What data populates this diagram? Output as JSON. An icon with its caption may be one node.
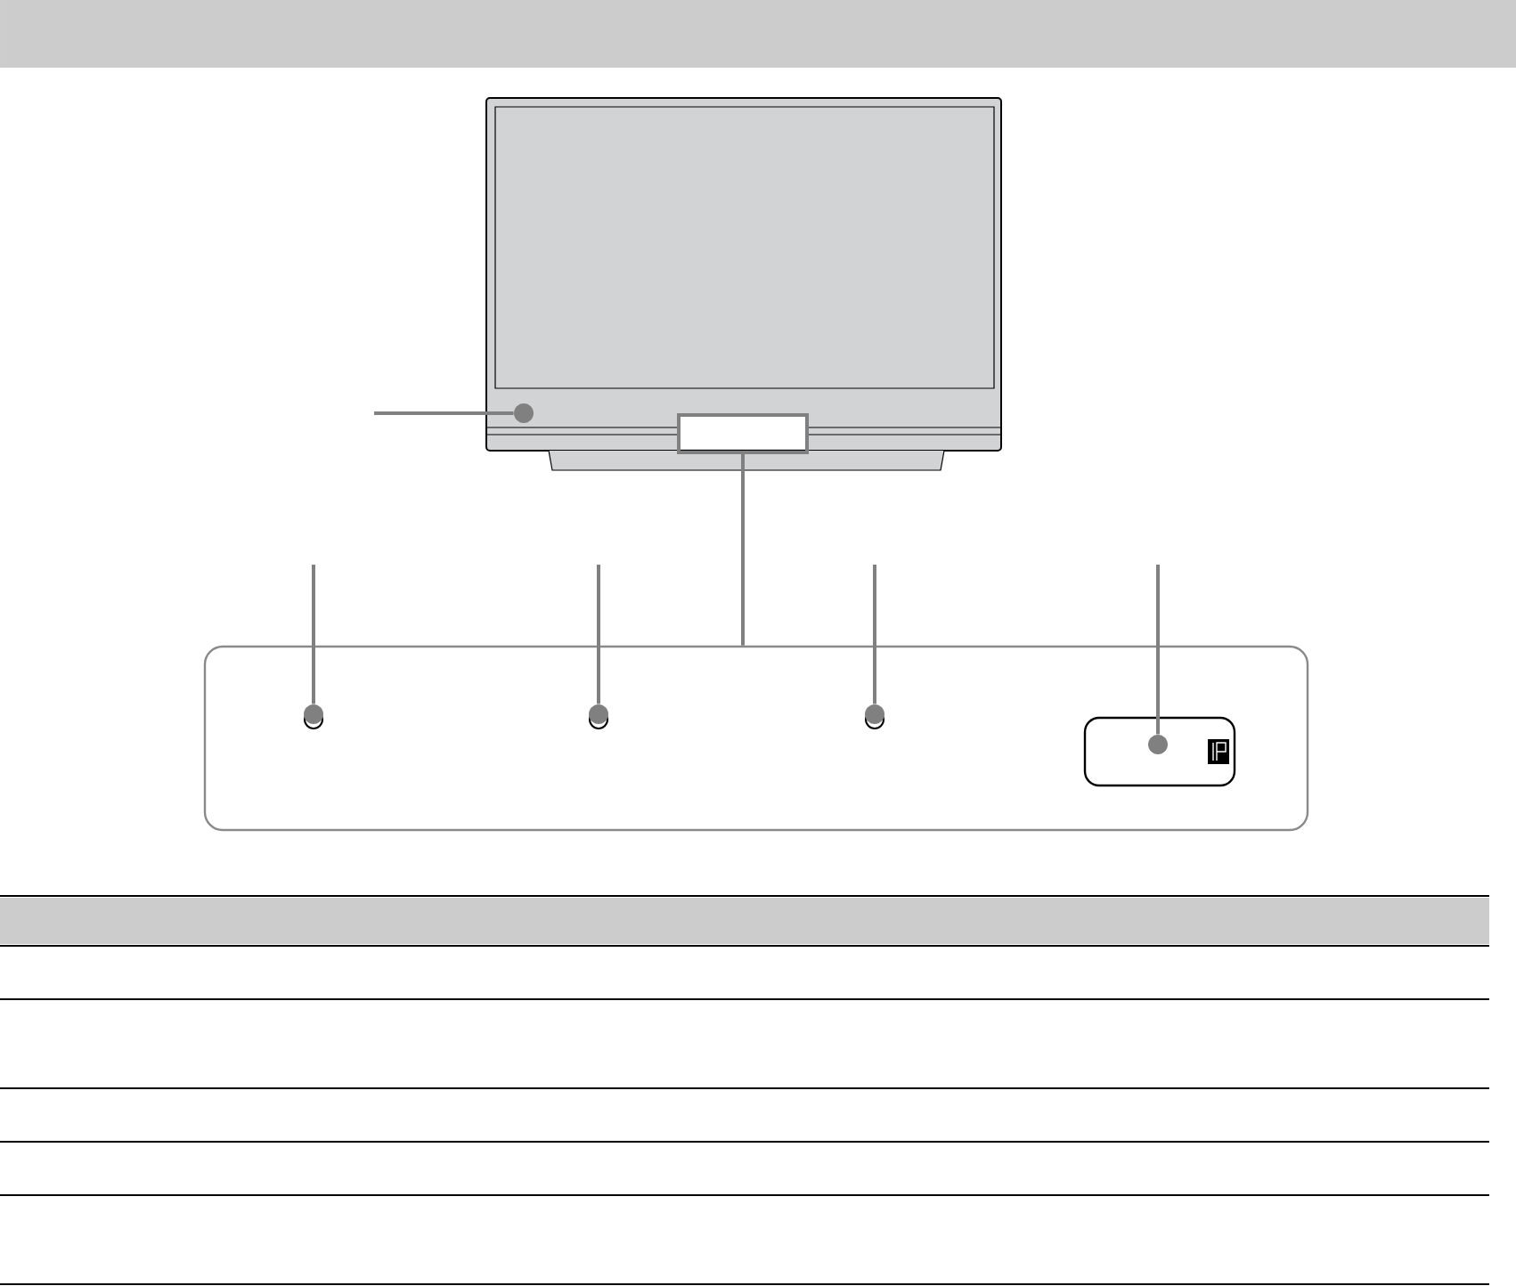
{
  "diagram": {
    "nodes": [
      {
        "text": [],
        "shape": "picture"
      },
      {
        "text": [],
        "shape": "circle",
        "in": 0
      },
      {
        "text": [],
        "shape": "box",
        "in": 0
      },
      {
        "text": [],
        "shape": "box"
      },
      {
        "text": [],
        "shape": "circle",
        "in": 3
      },
      {
        "text": [],
        "shape": "circle",
        "in": 3
      },
      {
        "text": [],
        "shape": "circle",
        "in": 3
      },
      {
        "text": [],
        "shape": "box",
        "in": 3
      },
      {
        "text": [],
        "shape": "circle",
        "in": 7
      },
      {
        "text": [],
        "shape": "bar"
      }
    ],
    "edges": [
      {
        "from": null,
        "to": 1,
        "arrow": "none"
      },
      {
        "from": 2,
        "to": 3,
        "arrow": "none"
      },
      {
        "from": null,
        "to": 4,
        "arrow": "none"
      },
      {
        "from": null,
        "to": 5,
        "arrow": "none"
      },
      {
        "from": null,
        "to": 6,
        "arrow": "none"
      },
      {
        "from": null,
        "to": 8,
        "arrow": "none"
      }
    ]
  }
}
